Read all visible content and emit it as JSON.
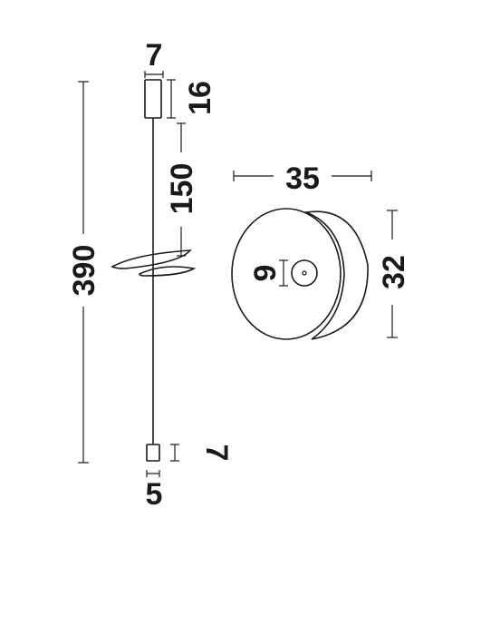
{
  "dimensions": {
    "canopy_width": "7",
    "canopy_height": "16",
    "drop_length": "150",
    "total_height": "390",
    "bottom_cap_height": "7",
    "bottom_cap_width": "5",
    "disc_diameter": "35",
    "disc_height": "32",
    "center_hub": "9"
  },
  "colors": {
    "stroke": "#1a1a1a",
    "background": "#ffffff"
  }
}
